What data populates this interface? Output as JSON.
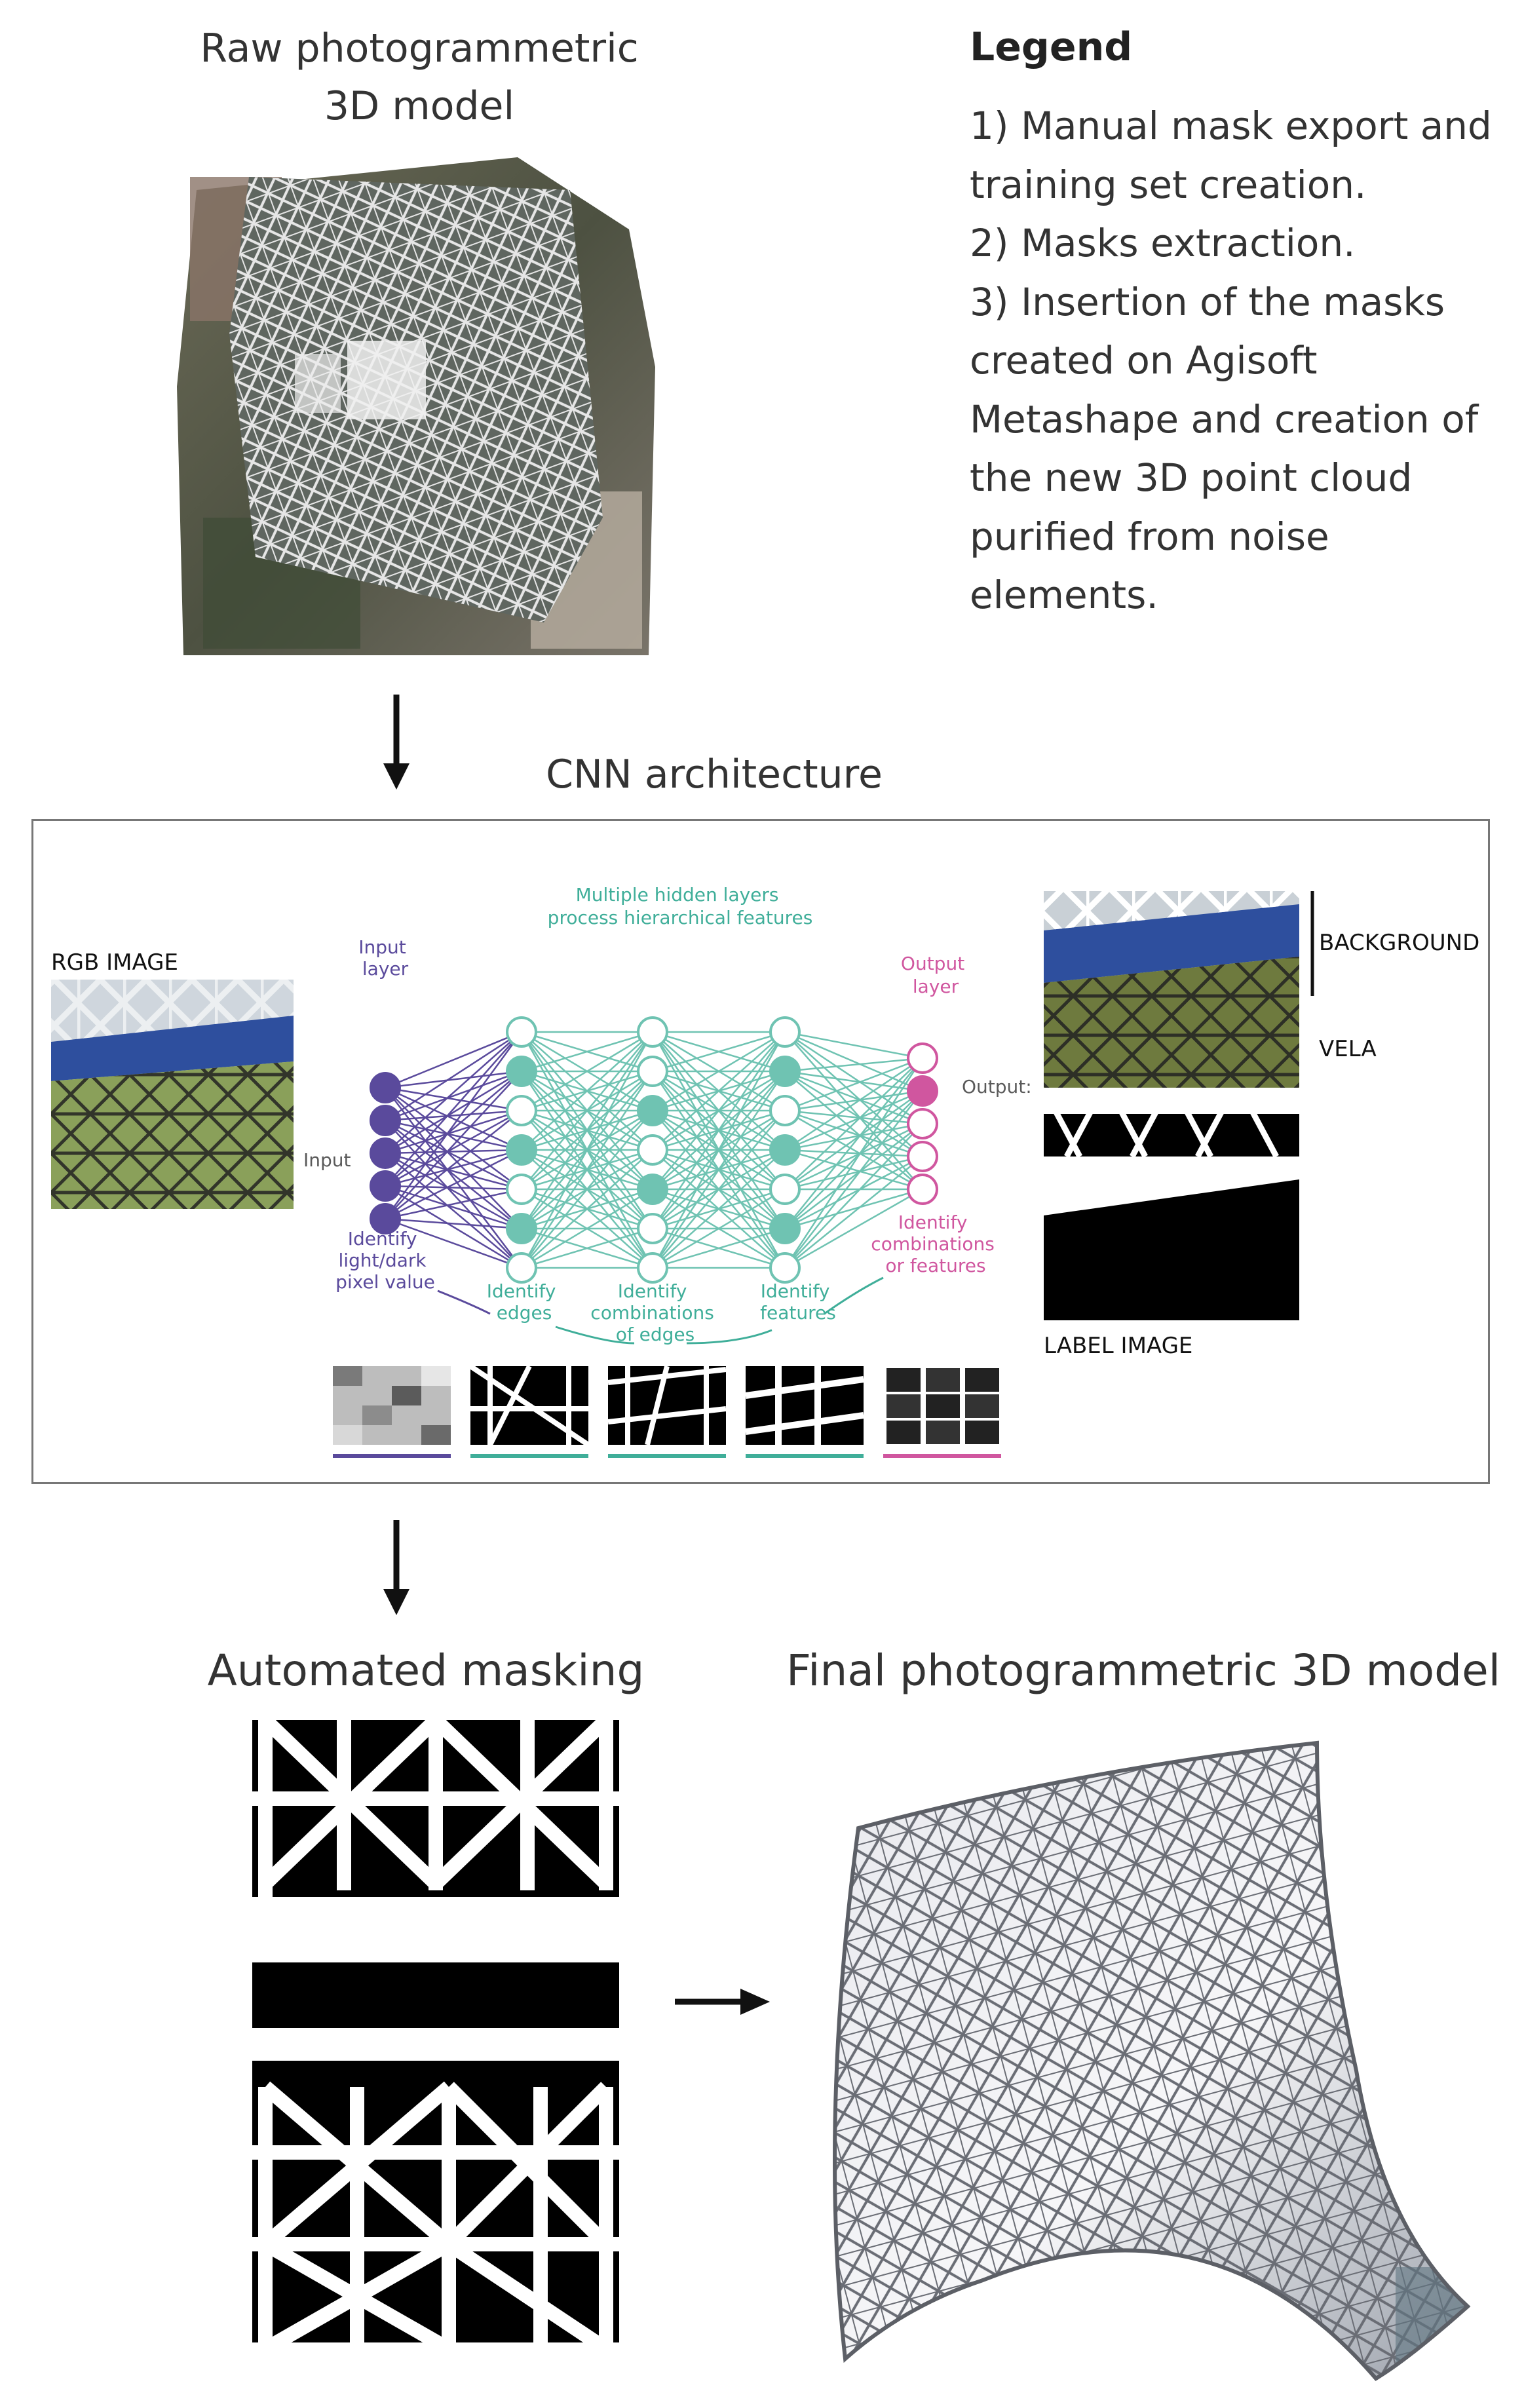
{
  "raw_model": {
    "title_line1": "Raw photogrammetric",
    "title_line2": "3D model"
  },
  "legend": {
    "heading": "Legend",
    "lines": [
      "1) Manual mask export and",
      "training set creation.",
      "2) Masks extraction.",
      "3) Insertion of the masks",
      "created on Agisoft",
      "Metashape and creation of",
      "the new 3D point cloud",
      "purified from noise",
      "elements."
    ]
  },
  "cnn": {
    "title": "CNN architecture",
    "rgb_label": "RGB IMAGE",
    "input_label": "Input",
    "input_layer": [
      "Input",
      "layer"
    ],
    "hidden_heading": [
      "Multiple hidden layers",
      "process hierarchical features"
    ],
    "output_layer": [
      "Output",
      "layer"
    ],
    "output_label": "Output:",
    "identify_light": [
      "Identify",
      "light/dark",
      "pixel value"
    ],
    "identify_edges": [
      "Identify",
      "edges"
    ],
    "identify_combos": [
      "Identify",
      "combinations",
      "of edges"
    ],
    "identify_features": [
      "Identify",
      "features"
    ],
    "identify_out": [
      "Identify",
      "combinations",
      "or features"
    ],
    "class_background": "BACKGROUND",
    "class_vela": "VELA",
    "label_image": "LABEL IMAGE",
    "colors": {
      "input": "#5a4a9c",
      "hidden": "#6fc3b2",
      "output": "#d0569f"
    }
  },
  "automated_masking": {
    "title": "Automated masking"
  },
  "final_model": {
    "title": "Final photogrammetric 3D model"
  }
}
